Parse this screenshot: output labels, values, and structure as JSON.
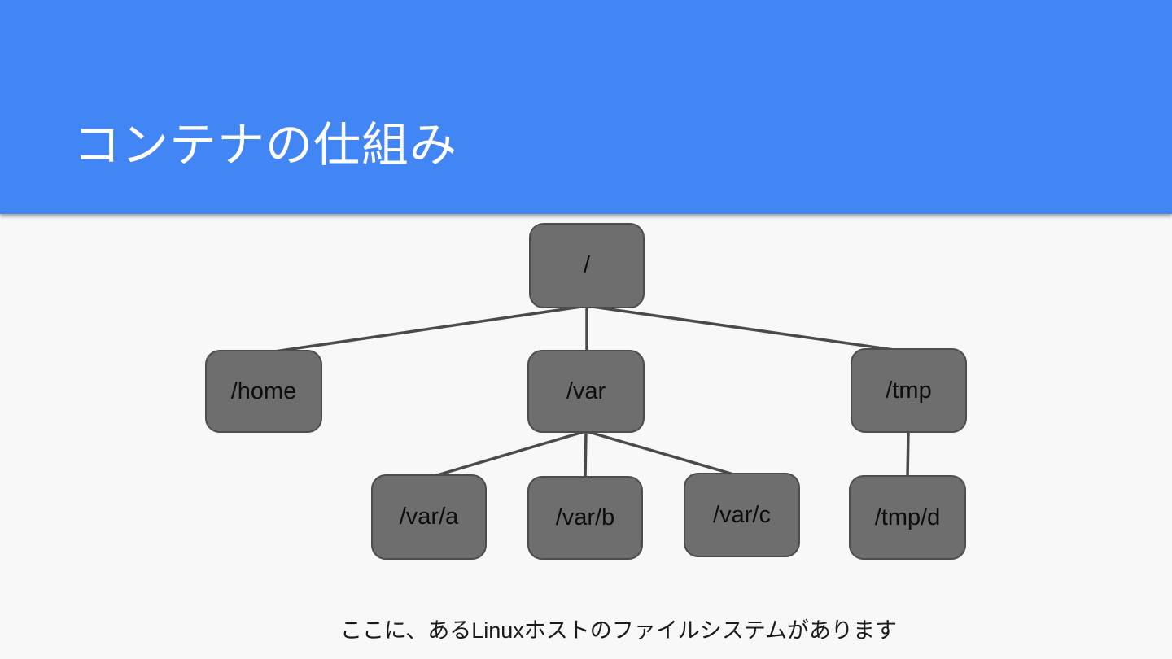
{
  "slide": {
    "title": "コンテナの仕組み",
    "caption": "ここに、あるLinuxホストのファイルシステムがあります",
    "theme": {
      "header_background": "#4285f4",
      "title_color": "#ffffff",
      "body_background": "#f8f8f8",
      "node_fill": "#6e6e6e",
      "node_border": "#4d4d4d",
      "node_text_color": "#0d0d0d",
      "edge_color": "#4a4a4a"
    }
  },
  "tree": {
    "description": "Linux host filesystem tree",
    "nodes": [
      {
        "id": "root",
        "label": "/"
      },
      {
        "id": "home",
        "label": "/home"
      },
      {
        "id": "var",
        "label": "/var"
      },
      {
        "id": "tmp",
        "label": "/tmp"
      },
      {
        "id": "var-a",
        "label": "/var/a"
      },
      {
        "id": "var-b",
        "label": "/var/b"
      },
      {
        "id": "var-c",
        "label": "/var/c"
      },
      {
        "id": "tmp-d",
        "label": "/tmp/d"
      }
    ],
    "edges": [
      {
        "from": "root",
        "to": "home"
      },
      {
        "from": "root",
        "to": "var"
      },
      {
        "from": "root",
        "to": "tmp"
      },
      {
        "from": "var",
        "to": "var-a"
      },
      {
        "from": "var",
        "to": "var-b"
      },
      {
        "from": "var",
        "to": "var-c"
      },
      {
        "from": "tmp",
        "to": "tmp-d"
      }
    ]
  }
}
